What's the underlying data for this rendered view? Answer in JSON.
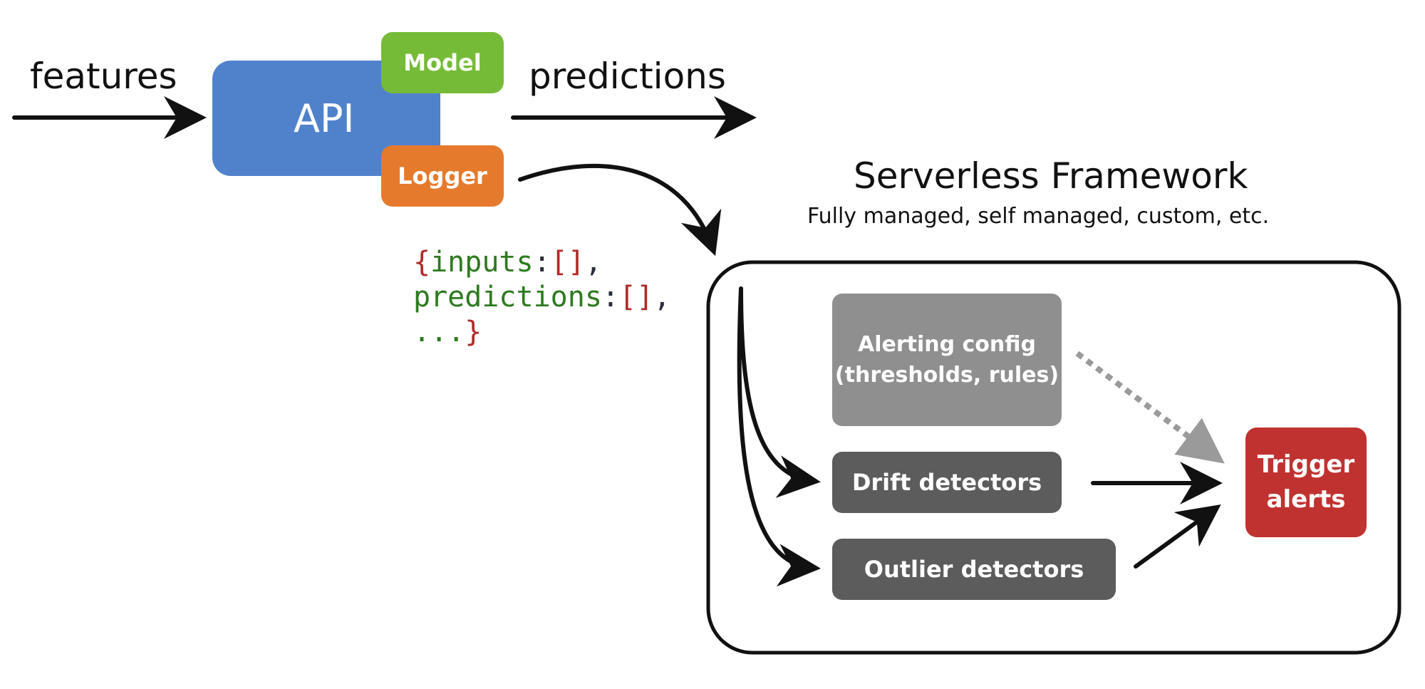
{
  "labels": {
    "features": "features",
    "predictions": "predictions"
  },
  "api": {
    "label": "API",
    "model_label": "Model",
    "logger_label": "Logger"
  },
  "payload": {
    "brace_open": "{",
    "inputs_key": "inputs",
    "predictions_key": "predictions",
    "colon": ":",
    "empty_array": "[]",
    "comma": ",",
    "ellipsis": "...",
    "brace_close": "}"
  },
  "framework": {
    "title": "Serverless Framework",
    "subtitle": "Fully managed, self managed, custom, etc."
  },
  "components": {
    "alerting_config_line1": "Alerting config",
    "alerting_config_line2": "(thresholds, rules)",
    "drift_detectors": "Drift detectors",
    "outlier_detectors": "Outlier detectors",
    "trigger_line1": "Trigger",
    "trigger_line2": "alerts"
  },
  "colors": {
    "api": "#5082cc",
    "model": "#76bb38",
    "logger": "#e57a2d",
    "alerting_config": "#8f8f8f",
    "detectors": "#5c5c5c",
    "trigger": "#c0322f",
    "arrow": "#111111",
    "dotted_arrow": "#9a9a9a"
  }
}
